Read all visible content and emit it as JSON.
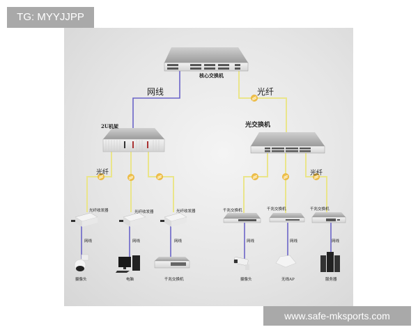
{
  "watermarks": {
    "top_left": "TG: MYYJJPP",
    "bottom_right": "www.safe-mksports.com"
  },
  "diagram": {
    "core_switch": {
      "label": "核心交换机"
    },
    "links": {
      "core_to_rack": "网线",
      "core_to_optical": "光纤",
      "rack_fiber": "光纤",
      "optical_fiber": "光纤"
    },
    "rack": {
      "label": "2U机架"
    },
    "optical_switch": {
      "label": "光交换机"
    },
    "left_branch": [
      {
        "transceiver": "光纤收发器",
        "cable": "网线",
        "device": "摄像头",
        "device_icon": "dome-camera-icon"
      },
      {
        "transceiver": "光纤收发器",
        "cable": "网线",
        "device": "电脑",
        "device_icon": "desktop-computer-icon"
      },
      {
        "transceiver": "光纤收发器",
        "cable": "网线",
        "device": "千兆交换机",
        "device_icon": "gigabit-switch-icon"
      }
    ],
    "right_branch": [
      {
        "switch": "千兆交换机",
        "cable": "网线",
        "device": "摄像头",
        "device_icon": "bullet-camera-icon"
      },
      {
        "switch": "千兆交换机",
        "cable": "网线",
        "device": "无线AP",
        "device_icon": "wireless-ap-icon"
      },
      {
        "switch": "千兆交换机",
        "cable": "网线",
        "device": "服务器",
        "device_icon": "server-icon"
      }
    ],
    "colors": {
      "ethernet": "#6a64c8",
      "fiber": "#eae58a",
      "fiber_node": "#f0c24a",
      "panel": "#e4e4e4",
      "watermark_bg": "#a9a9a9"
    }
  }
}
